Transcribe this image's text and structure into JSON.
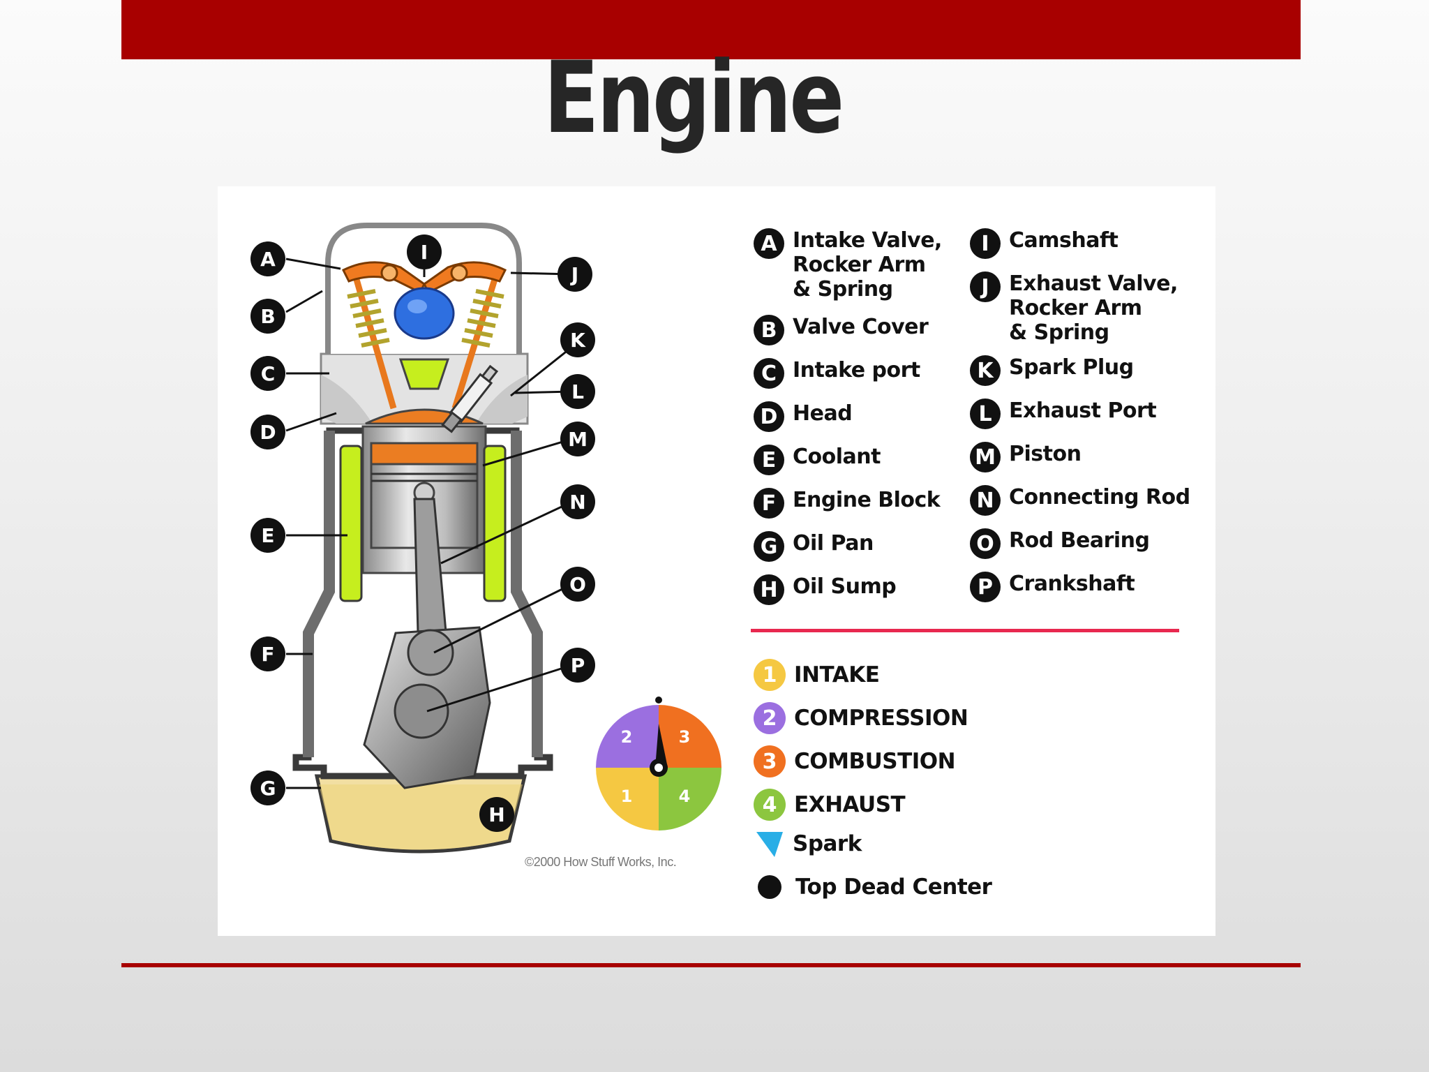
{
  "title": "Engine",
  "credit": "©2000 How Stuff Works, Inc.",
  "parts": [
    {
      "letter": "A",
      "label": "Intake Valve,\nRocker Arm\n& Spring"
    },
    {
      "letter": "B",
      "label": "Valve Cover"
    },
    {
      "letter": "C",
      "label": "Intake port"
    },
    {
      "letter": "D",
      "label": "Head"
    },
    {
      "letter": "E",
      "label": "Coolant"
    },
    {
      "letter": "F",
      "label": "Engine Block"
    },
    {
      "letter": "G",
      "label": "Oil Pan"
    },
    {
      "letter": "H",
      "label": "Oil Sump"
    },
    {
      "letter": "I",
      "label": "Camshaft"
    },
    {
      "letter": "J",
      "label": "Exhaust Valve,\nRocker Arm\n& Spring"
    },
    {
      "letter": "K",
      "label": "Spark Plug"
    },
    {
      "letter": "L",
      "label": "Exhaust Port"
    },
    {
      "letter": "M",
      "label": "Piston"
    },
    {
      "letter": "N",
      "label": "Connecting Rod"
    },
    {
      "letter": "O",
      "label": "Rod Bearing"
    },
    {
      "letter": "P",
      "label": "Crankshaft"
    }
  ],
  "strokes": [
    {
      "num": "1",
      "label": "INTAKE",
      "color": "#f5c842"
    },
    {
      "num": "2",
      "label": "COMPRESSION",
      "color": "#9b6fe0"
    },
    {
      "num": "3",
      "label": "COMBUSTION",
      "color": "#f07020"
    },
    {
      "num": "4",
      "label": "EXHAUST",
      "color": "#8cc63f"
    }
  ],
  "markers": [
    {
      "icon": "spark-triangle-icon",
      "label": "Spark",
      "color": "#29aee6"
    },
    {
      "icon": "top-dead-center-dot-icon",
      "label": "Top Dead Center",
      "color": "#111111"
    }
  ],
  "colors": {
    "accent_bar": "#a80000",
    "legend_divider": "#e8284f",
    "coolant": "#c6ee1e",
    "oil": "#f2dfa2",
    "valve_train": "#f07a20",
    "camshaft": "#2e6fe0"
  }
}
